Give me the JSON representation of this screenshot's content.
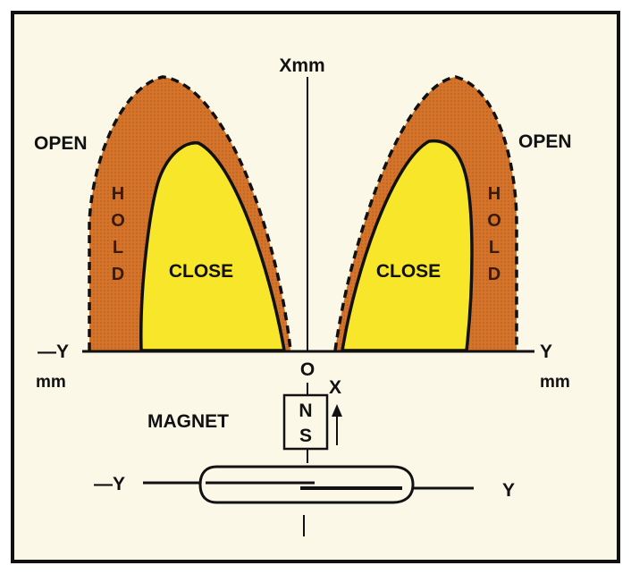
{
  "labels": {
    "open_left": "OPEN",
    "open_right": "OPEN",
    "hold_left": [
      "H",
      "O",
      "L",
      "D"
    ],
    "hold_right": [
      "H",
      "O",
      "L",
      "D"
    ],
    "close_left": "CLOSE",
    "close_right": "CLOSE",
    "axis_x_top": "Xmm",
    "axis_neg_y": "—Y",
    "axis_neg_y_unit": "mm",
    "axis_pos_y": "Y",
    "axis_pos_y_unit": "mm",
    "origin": "O",
    "axis_x_small": "X",
    "magnet": "MAGNET",
    "magnet_north": "N",
    "magnet_south": "S",
    "reed_neg_y": "—Y",
    "reed_pos_y": "Y"
  },
  "colors": {
    "background": "#fbf8e8",
    "frame": "#111111",
    "hold_zone": "#d4732a",
    "close_zone": "#f7e62a",
    "line": "#111111"
  }
}
